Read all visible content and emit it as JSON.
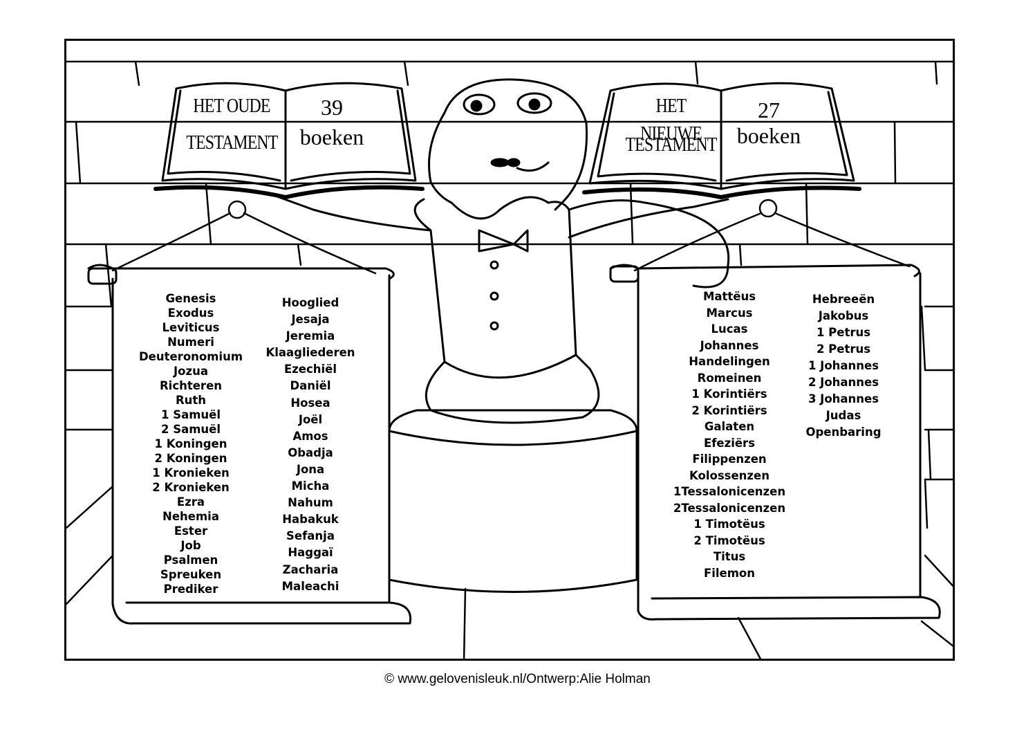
{
  "books": {
    "old": {
      "title_line1": "HET OUDE",
      "title_line2": "TESTAMENT",
      "count": "39",
      "unit": "boeken"
    },
    "new": {
      "title_line1": "HET NIEUWE",
      "title_line2": "TESTAMENT",
      "count": "27",
      "unit": "boeken"
    }
  },
  "old_testament": {
    "column1": [
      "Genesis",
      "Exodus",
      "Leviticus",
      "Numeri",
      "Deuteronomium",
      "Jozua",
      "Richteren",
      "Ruth",
      "1 Samuël",
      "2 Samuël",
      "1 Koningen",
      "2 Koningen",
      "1 Kronieken",
      "2 Kronieken",
      "Ezra",
      "Nehemia",
      "Ester",
      "Job",
      "Psalmen",
      "Spreuken",
      "Prediker"
    ],
    "column2": [
      "Hooglied",
      "Jesaja",
      "Jeremia",
      "Klaagliederen",
      "Ezechiël",
      "Daniël",
      "Hosea",
      "Joël",
      "Amos",
      "Obadja",
      "Jona",
      "Micha",
      "Nahum",
      "Habakuk",
      "Sefanja",
      "Haggaï",
      "Zacharia",
      "Maleachi"
    ]
  },
  "new_testament": {
    "column1": [
      "Mattëus",
      "Marcus",
      "Lucas",
      "Johannes",
      "Handelingen",
      "Romeinen",
      "1 Korintiërs",
      "2 Korintiërs",
      "Galaten",
      "Efeziërs",
      "Filippenzen",
      "Kolossenzen",
      "1Tessalonicenzen",
      "2Tessalonicenzen",
      "1 Timotëus",
      "2 Timotëus",
      "Titus",
      "Filemon"
    ],
    "column2": [
      "Hebreeën",
      "Jakobus",
      "1 Petrus",
      "2 Petrus",
      "1 Johannes",
      "2 Johannes",
      "3 Johannes",
      "Judas",
      "Openbaring"
    ]
  },
  "footer": {
    "copyright": "© www.gelovenisleuk.nl/Ontwerp:Alie Holman"
  },
  "colors": {
    "ink": "#000000",
    "paper": "#ffffff"
  }
}
